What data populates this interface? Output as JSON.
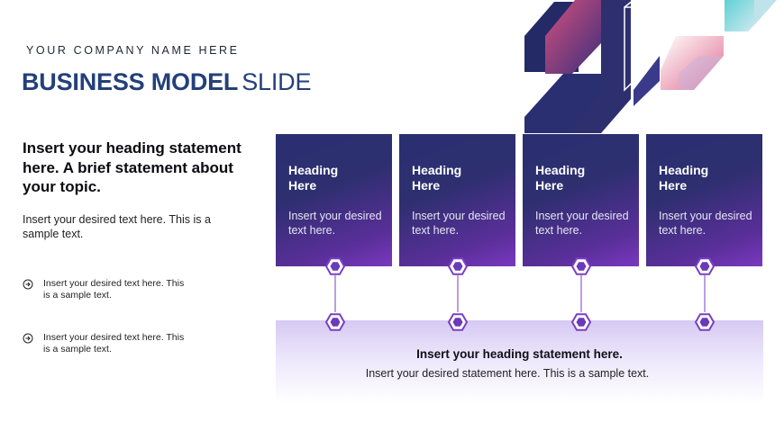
{
  "header": {
    "company": "YOUR COMPANY NAME HERE",
    "title_bold": "BUSINESS MODEL",
    "title_light": "SLIDE"
  },
  "left": {
    "lead": "Insert your heading statement here. A brief statement about your topic.",
    "text": "Insert your desired text here. This is a sample text.",
    "bullets": [
      "Insert your desired text here. This is a sample text.",
      "Insert your desired text here. This is a sample text."
    ]
  },
  "cards": [
    {
      "heading": "Heading Here",
      "text": "Insert your desired text here."
    },
    {
      "heading": "Heading Here",
      "text": "Insert your desired text here."
    },
    {
      "heading": "Heading Here",
      "text": "Insert your desired text here."
    },
    {
      "heading": "Heading Here",
      "text": "Insert your desired text here."
    }
  ],
  "band": {
    "heading": "Insert your heading statement  here.",
    "text": "Insert your desired statement here. This is a sample text."
  },
  "colors": {
    "title": "#24407a",
    "card_dark": "#2a2f72",
    "card_purple": "#7a38c0",
    "accent": "#7a3fc4",
    "band": "#d6c9f3"
  },
  "icons": {
    "bullet": "arrow-circle-right-icon",
    "connector": "hexagon-icon"
  }
}
